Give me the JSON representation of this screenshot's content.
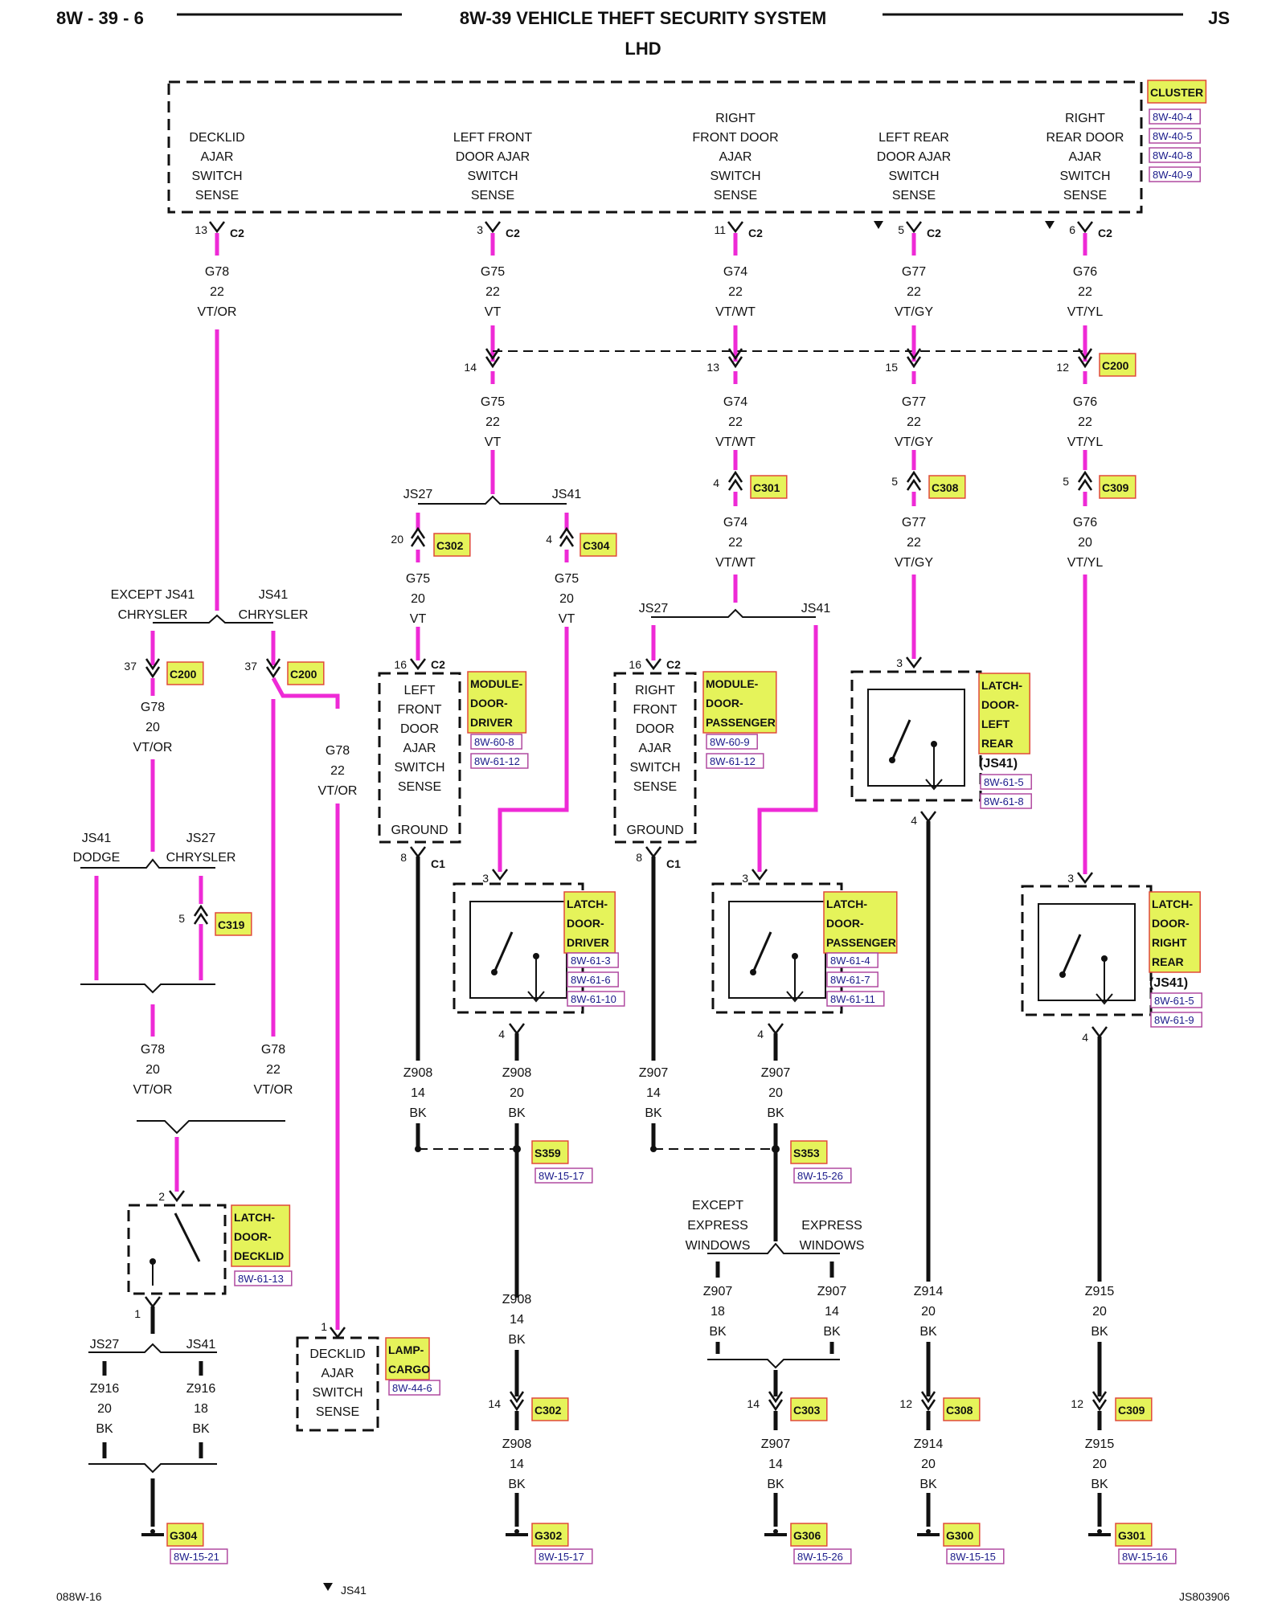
{
  "colors": {
    "wire_violet": "#ee2ad6",
    "wire_black": "#111111",
    "tag_fill": "#e5f35a",
    "tag_stroke": "#e04a3a",
    "ref_stroke": "#b04aa0"
  },
  "header": {
    "left": "8W - 39 - 6",
    "title": "8W-39 VEHICLE THEFT SECURITY SYSTEM",
    "right": "JS",
    "subtitle": "LHD"
  },
  "footer": {
    "left": "088W-16",
    "note": "JS41",
    "right": "JS803906"
  },
  "cluster": {
    "tag": "CLUSTER",
    "refs": [
      "8W-40-4",
      "8W-40-5",
      "8W-40-8",
      "8W-40-9"
    ],
    "inputs": [
      [
        "DECKLID",
        "AJAR",
        "SWITCH",
        "SENSE"
      ],
      [
        "LEFT FRONT",
        "DOOR AJAR",
        "SWITCH",
        "SENSE"
      ],
      [
        "RIGHT",
        "FRONT DOOR",
        "AJAR",
        "SWITCH",
        "SENSE"
      ],
      [
        "LEFT REAR",
        "DOOR AJAR",
        "SWITCH",
        "SENSE"
      ],
      [
        "RIGHT",
        "REAR DOOR",
        "AJAR",
        "SWITCH",
        "SENSE"
      ]
    ],
    "pins": [
      "13",
      "3",
      "11",
      "5",
      "6"
    ],
    "connector": "C2"
  },
  "wires": {
    "w1": [
      "G78",
      "22",
      "VT/OR"
    ],
    "w2": [
      "G75",
      "22",
      "VT"
    ],
    "w3": [
      "G74",
      "22",
      "VT/WT"
    ],
    "w4": [
      "G77",
      "22",
      "VT/GY"
    ],
    "w5": [
      "G76",
      "22",
      "VT/YL"
    ],
    "w2b": [
      "G75",
      "22",
      "VT"
    ],
    "w3b": [
      "G74",
      "22",
      "VT/WT"
    ],
    "w4b": [
      "G77",
      "22",
      "VT/GY"
    ],
    "w5b": [
      "G76",
      "22",
      "VT/YL"
    ],
    "w3c": [
      "G74",
      "22",
      "VT/WT"
    ],
    "w4c": [
      "G77",
      "22",
      "VT/GY"
    ],
    "w5c": [
      "G76",
      "20",
      "VT/YL"
    ],
    "w2c": [
      "G75",
      "20",
      "VT"
    ],
    "w2d": [
      "G75",
      "20",
      "VT"
    ],
    "w1b": [
      "G78",
      "20",
      "VT/OR"
    ],
    "w1c": [
      "G78",
      "22",
      "VT/OR"
    ],
    "w1d": [
      "G78",
      "20",
      "VT/OR"
    ],
    "w1e": [
      "G78",
      "22",
      "VT/OR"
    ],
    "z916a": [
      "Z916",
      "20",
      "BK"
    ],
    "z916b": [
      "Z916",
      "18",
      "BK"
    ],
    "z908a": [
      "Z908",
      "14",
      "BK"
    ],
    "z908b": [
      "Z908",
      "20",
      "BK"
    ],
    "z908c": [
      "Z908",
      "14",
      "BK"
    ],
    "z908d": [
      "Z908",
      "14",
      "BK"
    ],
    "z907a": [
      "Z907",
      "14",
      "BK"
    ],
    "z907b": [
      "Z907",
      "20",
      "BK"
    ],
    "z907c": [
      "Z907",
      "18",
      "BK"
    ],
    "z907d": [
      "Z907",
      "14",
      "BK"
    ],
    "z907e": [
      "Z907",
      "14",
      "BK"
    ],
    "z914a": [
      "Z914",
      "20",
      "BK"
    ],
    "z914b": [
      "Z914",
      "20",
      "BK"
    ],
    "z915a": [
      "Z915",
      "20",
      "BK"
    ],
    "z915b": [
      "Z915",
      "20",
      "BK"
    ]
  },
  "pins": {
    "c200_14": "14",
    "c200_13": "13",
    "c200_15": "15",
    "c200_12": "12",
    "c301": "4",
    "c308a": "5",
    "c309a": "5",
    "c302": "20",
    "c304": "4",
    "mdd16": "16",
    "mdd8": "8",
    "mdp16": "16",
    "mdp8": "8",
    "ldlr3": "3",
    "ldlr4": "4",
    "ldd3": "3",
    "ldd4": "4",
    "ldp3": "3",
    "ldp4": "4",
    "ldrr3": "3",
    "ldrr4": "4",
    "c200a": "37",
    "c200b": "37",
    "c319": "5",
    "lddk2": "2",
    "lddk1": "1",
    "lamp1": "1",
    "c302b": "14",
    "c303": "14",
    "c308b": "12",
    "c309b": "12"
  },
  "connectors": {
    "c2": "C2",
    "c1": "C1",
    "c200": "C200",
    "c301": "C301",
    "c302": "C302",
    "c303": "C303",
    "c304": "C304",
    "c308": "C308",
    "c309": "C309",
    "c319": "C319"
  },
  "splices": {
    "s359": "S359",
    "s353": "S353"
  },
  "grounds": {
    "g304": "G304",
    "g302": "G302",
    "g306": "G306",
    "g300": "G300",
    "g301": "G301"
  },
  "refs": {
    "s359": "8W-15-17",
    "s353": "8W-15-26",
    "g304": "8W-15-21",
    "g302": "8W-15-17",
    "g306": "8W-15-26",
    "g300": "8W-15-15",
    "g301": "8W-15-16",
    "mdd": [
      "8W-60-8",
      "8W-61-12"
    ],
    "mdp": [
      "8W-60-9",
      "8W-61-12"
    ],
    "ldd": [
      "8W-61-3",
      "8W-61-6",
      "8W-61-10"
    ],
    "ldp": [
      "8W-61-4",
      "8W-61-7",
      "8W-61-11"
    ],
    "ldlr": [
      "8W-61-5",
      "8W-61-8"
    ],
    "ldrr": [
      "8W-61-5",
      "8W-61-9"
    ],
    "lddk": "8W-61-13",
    "lamp": "8W-44-6"
  },
  "branches": {
    "js27": "JS27",
    "js41": "JS41",
    "except_js41": "EXCEPT JS41",
    "chrysler": "CHRYSLER",
    "dodge": "DODGE",
    "except_express": [
      "EXCEPT",
      "EXPRESS",
      "WINDOWS"
    ],
    "express": [
      "EXPRESS",
      "WINDOWS"
    ]
  },
  "components": {
    "module_door_driver": {
      "tag": [
        "MODULE-",
        "DOOR-",
        "DRIVER"
      ],
      "lines": [
        "LEFT",
        "FRONT",
        "DOOR",
        "AJAR",
        "SWITCH",
        "SENSE"
      ],
      "ground": "GROUND"
    },
    "module_door_passenger": {
      "tag": [
        "MODULE-",
        "DOOR-",
        "PASSENGER"
      ],
      "lines": [
        "RIGHT",
        "FRONT",
        "DOOR",
        "AJAR",
        "SWITCH",
        "SENSE"
      ],
      "ground": "GROUND"
    },
    "latch_left_rear": {
      "tag": [
        "LATCH-",
        "DOOR-",
        "LEFT",
        "REAR"
      ],
      "note": "(JS41)"
    },
    "latch_driver": {
      "tag": [
        "LATCH-",
        "DOOR-",
        "DRIVER"
      ]
    },
    "latch_passenger": {
      "tag": [
        "LATCH-",
        "DOOR-",
        "PASSENGER"
      ]
    },
    "latch_right_rear": {
      "tag": [
        "LATCH-",
        "DOOR-",
        "RIGHT",
        "REAR"
      ],
      "note": "(JS41)"
    },
    "latch_decklid": {
      "tag": [
        "LATCH-",
        "DOOR-",
        "DECKLID"
      ]
    },
    "lamp_cargo": {
      "tag": [
        "LAMP-",
        "CARGO"
      ],
      "lines": [
        "DECKLID",
        "AJAR",
        "SWITCH",
        "SENSE"
      ]
    }
  }
}
